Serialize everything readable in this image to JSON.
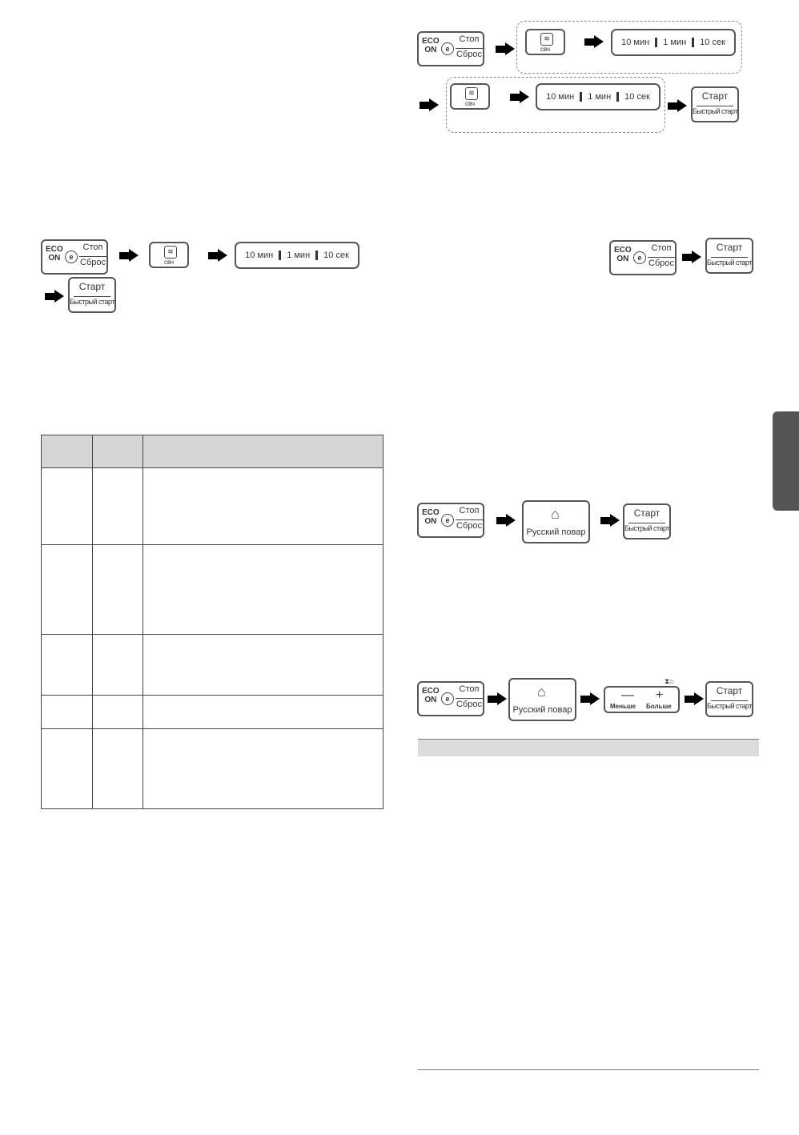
{
  "eco_button": {
    "eco": "ECO",
    "on": "ON",
    "leaf": "e",
    "stop": "Стоп",
    "reset": "Сброс"
  },
  "start_button": {
    "start": "Старт",
    "quick_start": "Быстрый старт"
  },
  "microwave_button": {
    "label": "свч",
    "icon": "wave-icon"
  },
  "timer_panel": {
    "min10": "10 мин",
    "min1": "1 мин",
    "sec10": "10 сек"
  },
  "russian_cook_button": {
    "label": "Русский повар",
    "icon": "house-icon"
  },
  "less_more_panel": {
    "minus": "—",
    "plus": "+",
    "less": "Меньше",
    "more": "Больше",
    "icon": "hourglass-icon"
  },
  "colors": {
    "border": "#555555",
    "table_header": "#d6d6d6",
    "side_tab": "#555555"
  }
}
